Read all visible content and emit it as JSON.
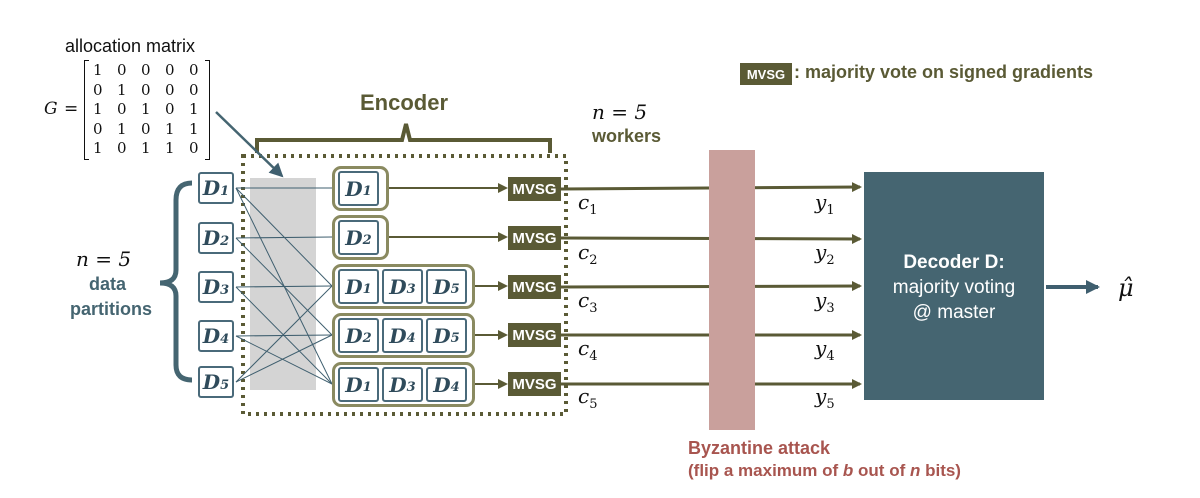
{
  "allocation": {
    "title": "allocation matrix",
    "symbol": "G",
    "equals": "=",
    "matrix": [
      [
        1,
        0,
        0,
        0,
        0
      ],
      [
        0,
        1,
        0,
        0,
        0
      ],
      [
        1,
        0,
        1,
        0,
        1
      ],
      [
        0,
        1,
        0,
        1,
        1
      ],
      [
        1,
        0,
        1,
        1,
        0
      ]
    ]
  },
  "legend": {
    "badge": "MVSG",
    "text": ": majority vote on signed gradients"
  },
  "encoder": {
    "label": "Encoder"
  },
  "workers": {
    "count": "n = 5",
    "label": "workers"
  },
  "data_partitions": {
    "count": "n = 5",
    "label_line1": "data",
    "label_line2": "partitions"
  },
  "partitions": [
    "D",
    "D",
    "D",
    "D",
    "D"
  ],
  "partition_subs": [
    "1",
    "2",
    "3",
    "4",
    "5"
  ],
  "worker_groups": [
    [
      "1"
    ],
    [
      "2"
    ],
    [
      "1",
      "3",
      "5"
    ],
    [
      "2",
      "4",
      "5"
    ],
    [
      "1",
      "3",
      "4"
    ]
  ],
  "mvsg_label": "MVSG",
  "outputs_c": [
    "c",
    "c",
    "c",
    "c",
    "c"
  ],
  "outputs_y": [
    "y",
    "y",
    "y",
    "y",
    "y"
  ],
  "attack": {
    "title": "Byzantine attack",
    "desc_prefix": "(flip a maximum of ",
    "b": "b",
    "desc_mid": " out of ",
    "n": "n",
    "desc_suffix": " bits)"
  },
  "decoder": {
    "title": "Decoder D:",
    "line2": "majority voting",
    "line3": "@ master"
  },
  "estimate": "μ̂",
  "colors": {
    "olive": "#5a5a35",
    "olive_border": "#8a8a60",
    "teal": "#4a6a7a",
    "teal_dark": "#456571",
    "attack": "#c9a09c",
    "attack_text": "#a8554f"
  }
}
